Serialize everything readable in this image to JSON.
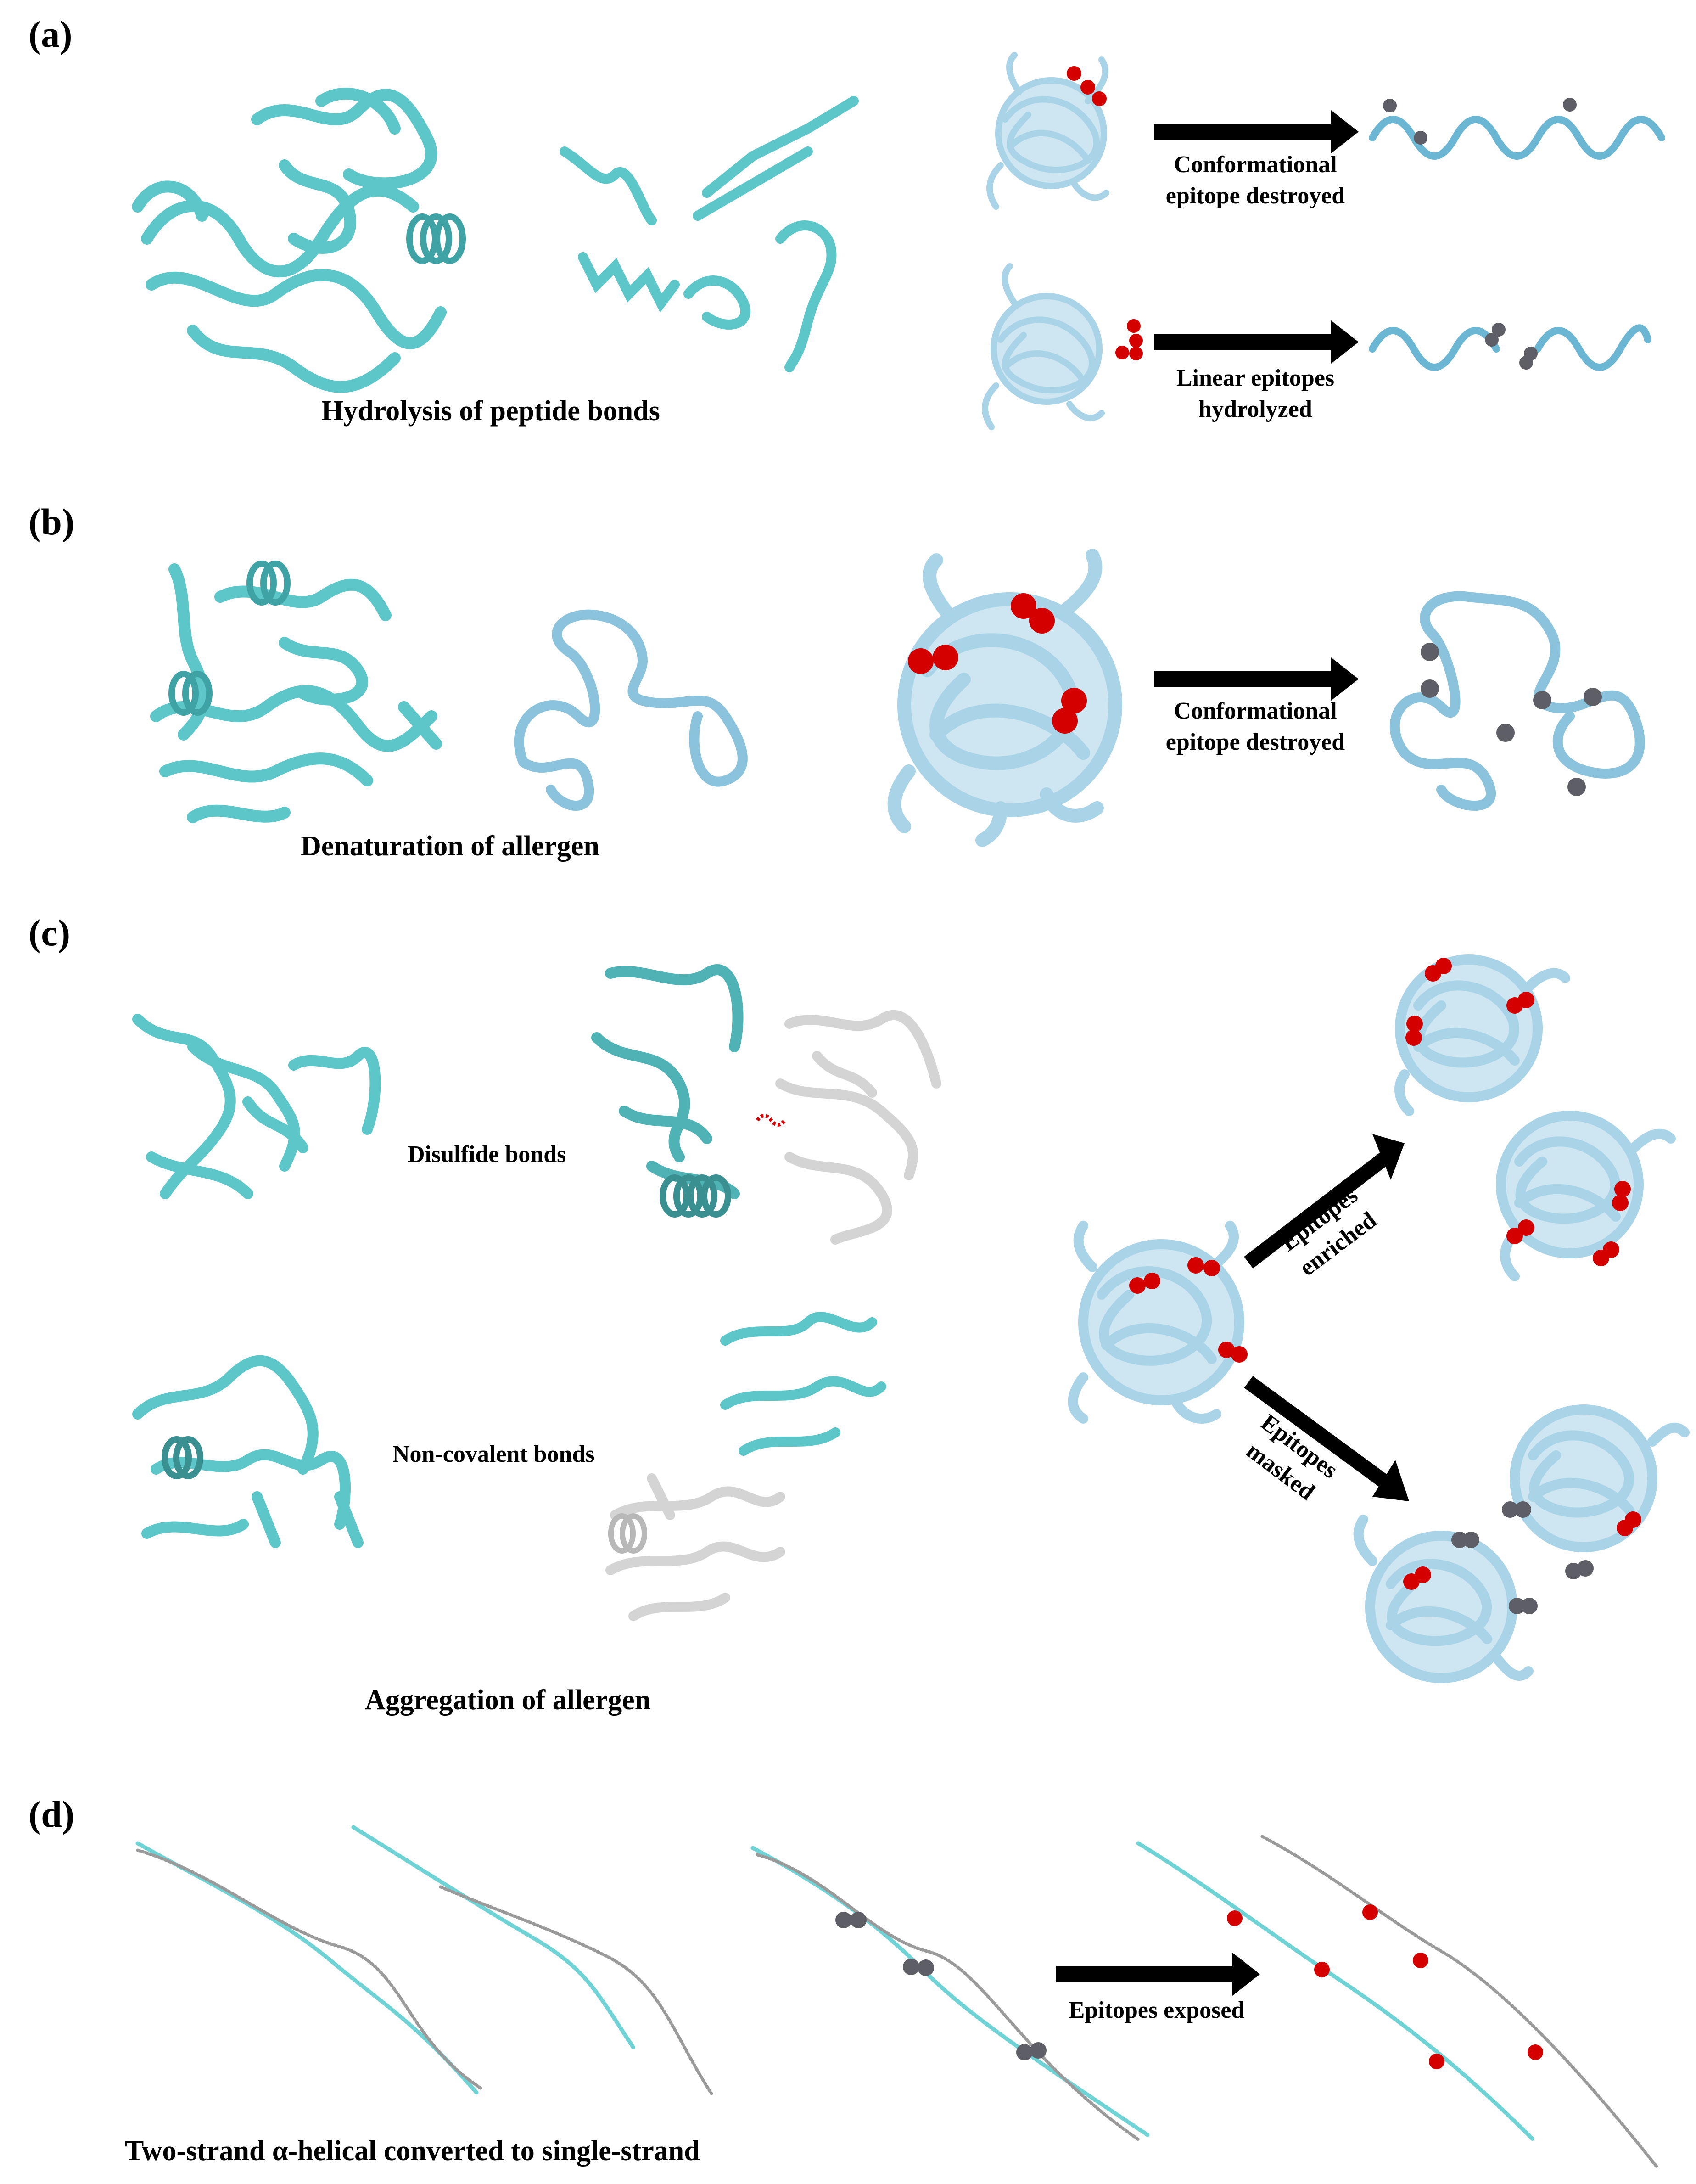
{
  "panels": {
    "a": {
      "label": "(a)",
      "caption": "Hydrolysis of peptide bonds",
      "arrow_top": [
        "Conformational",
        "epitope destroyed"
      ],
      "arrow_bottom": [
        "Linear epitopes",
        "hydrolyzed"
      ]
    },
    "b": {
      "label": "(b)",
      "caption": "Denaturation of allergen",
      "arrow": [
        "Conformational",
        "epitope destroyed"
      ]
    },
    "c": {
      "label": "(c)",
      "caption": "Aggregation of allergen",
      "bond1": "Disulfide bonds",
      "bond2": "Non-covalent bonds",
      "arrow_up": [
        "Epitopes",
        "enriched"
      ],
      "arrow_down": [
        "Epitopes",
        "masked"
      ]
    },
    "d": {
      "label": "(d)",
      "caption": "Two-strand α-helical converted to single-strand",
      "arrow": "Epitopes exposed"
    }
  },
  "colors": {
    "protein_cyan": "#6fd3d6",
    "protein_dark": "#3f9ea0",
    "blob_blue": "#a9d3e6",
    "epitope_red": "#d40000",
    "epitope_grey": "#5e5e66",
    "strand_grey": "#9a9a9a"
  }
}
